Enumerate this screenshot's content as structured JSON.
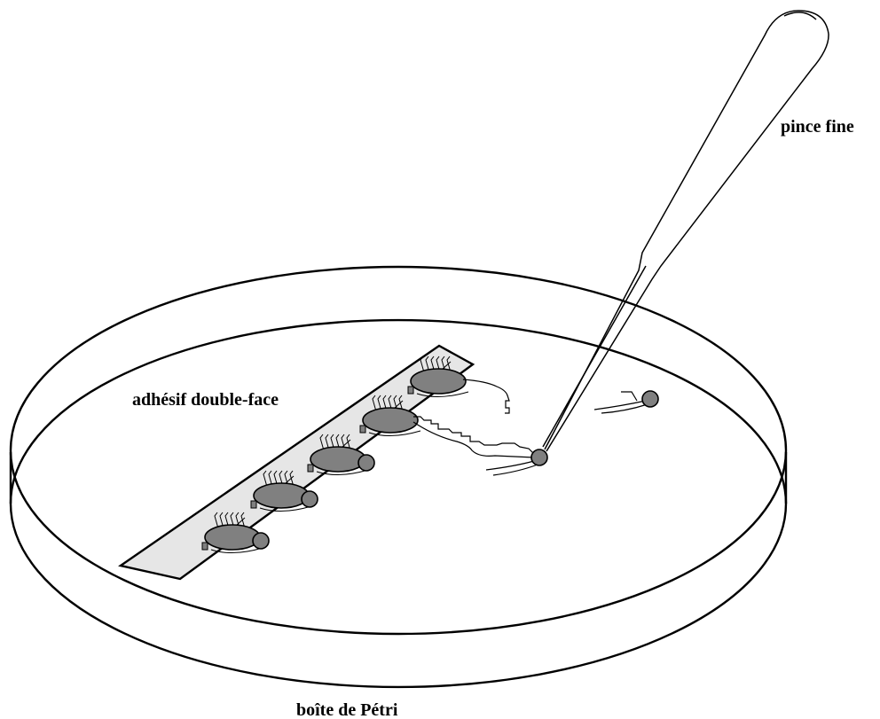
{
  "labels": {
    "forceps": "pince fine",
    "tape": "adhésif double-face",
    "dish": "boîte de Pétri"
  },
  "colors": {
    "line": "#000000",
    "tape_fill": "#e6e6e6",
    "body_fill": "#808080",
    "background": "#ffffff"
  }
}
